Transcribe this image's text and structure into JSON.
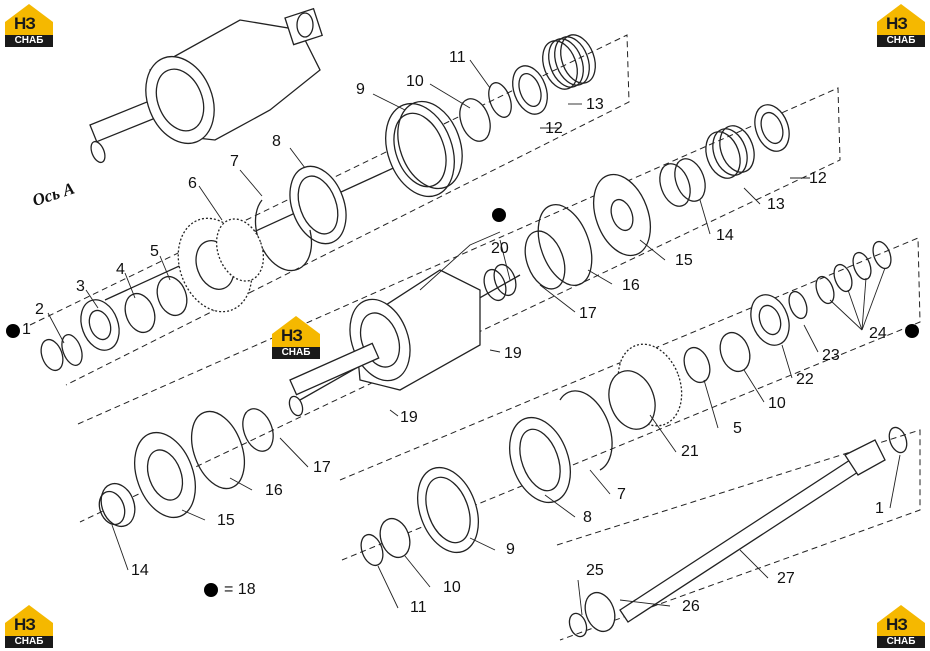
{
  "axis_label": "Ось А",
  "legend": {
    "label": "= 18"
  },
  "logo": {
    "top": "НЗ",
    "bottom": "СНАБ"
  },
  "colors": {
    "line": "#222222",
    "brand": "#f5b800",
    "brand_dark": "#1a1a1a"
  },
  "callouts": {
    "c1a": "1",
    "c2": "2",
    "c3": "3",
    "c4": "4",
    "c5a": "5",
    "c6": "6",
    "c7a": "7",
    "c8a": "8",
    "c9a": "9",
    "c10a": "10",
    "c11a": "11",
    "c12a": "12",
    "c13a": "13",
    "c12b": "12",
    "c13b": "13",
    "c14a": "14",
    "c15a": "15",
    "c16a": "16",
    "c17a": "17",
    "c20": "20",
    "c19a": "19",
    "c19b": "19",
    "c24": "24",
    "c23": "23",
    "c22": "22",
    "c10b": "10",
    "c5b": "5",
    "c21": "21",
    "c7b": "7",
    "c8b": "8",
    "c17b": "17",
    "c16b": "16",
    "c15b": "15",
    "c14b": "14",
    "c9b": "9",
    "c10c": "10",
    "c11b": "11",
    "c1b": "1",
    "c27": "27",
    "c25": "25",
    "c26": "26"
  }
}
